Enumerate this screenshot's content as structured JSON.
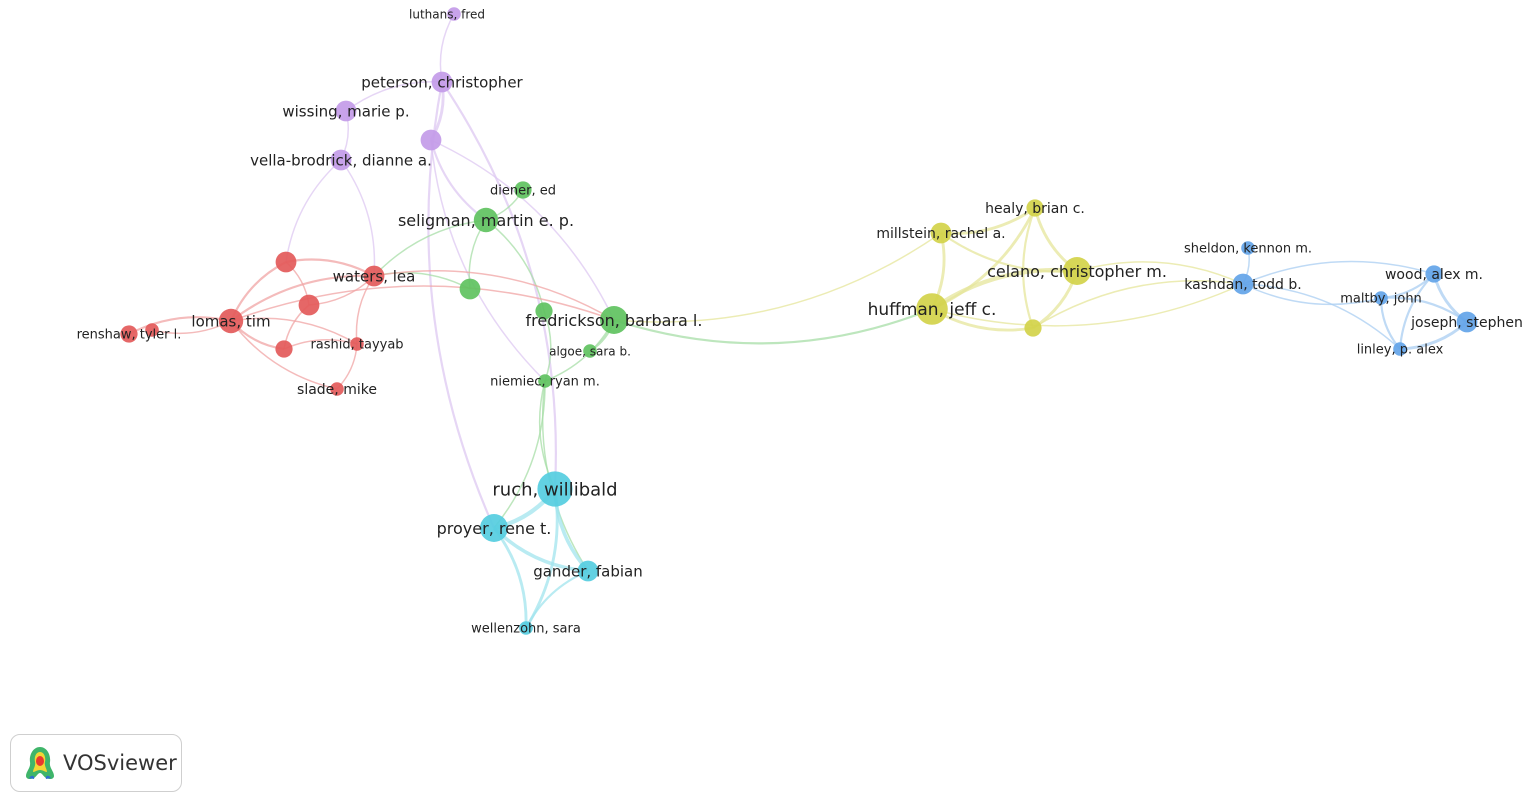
{
  "branding": {
    "app_name": "VOSviewer"
  },
  "clusters": {
    "red": "#e35a5a",
    "green": "#5fc25f",
    "purple": "#c39be8",
    "yellow": "#d2d24a",
    "cyan": "#55cde0",
    "blue": "#63a4e8"
  },
  "nodes": [
    {
      "id": "luthans",
      "label": "luthans, fred",
      "cluster": "purple",
      "weight": 1
    },
    {
      "id": "peterson",
      "label": "peterson, christopher",
      "cluster": "purple",
      "weight": 3
    },
    {
      "id": "wissing",
      "label": "wissing, marie p.",
      "cluster": "purple",
      "weight": 3
    },
    {
      "id": "purple_unl",
      "label": "",
      "cluster": "purple",
      "weight": 3
    },
    {
      "id": "vellabrodrick",
      "label": "vella-brodrick, dianne a.",
      "cluster": "purple",
      "weight": 3
    },
    {
      "id": "diener",
      "label": "diener, ed",
      "cluster": "green",
      "weight": 2
    },
    {
      "id": "seligman",
      "label": "seligman, martin e. p.",
      "cluster": "green",
      "weight": 4
    },
    {
      "id": "green_unl",
      "label": "",
      "cluster": "green",
      "weight": 3
    },
    {
      "id": "green_unl2",
      "label": "",
      "cluster": "green",
      "weight": 2
    },
    {
      "id": "fredrickson",
      "label": "fredrickson, barbara l.",
      "cluster": "green",
      "weight": 5
    },
    {
      "id": "algoe",
      "label": "algoe, sara b.",
      "cluster": "green",
      "weight": 1
    },
    {
      "id": "niemiec",
      "label": "niemiec, ryan m.",
      "cluster": "green",
      "weight": 1
    },
    {
      "id": "red_unl1",
      "label": "",
      "cluster": "red",
      "weight": 3
    },
    {
      "id": "waters",
      "label": "waters, lea",
      "cluster": "red",
      "weight": 3
    },
    {
      "id": "red_unl2",
      "label": "",
      "cluster": "red",
      "weight": 3
    },
    {
      "id": "lomas",
      "label": "lomas, tim",
      "cluster": "red",
      "weight": 4
    },
    {
      "id": "renshaw",
      "label": "renshaw, tyler l.",
      "cluster": "red",
      "weight": 2
    },
    {
      "id": "red_unl3",
      "label": "",
      "cluster": "red",
      "weight": 1
    },
    {
      "id": "red_unl4",
      "label": "",
      "cluster": "red",
      "weight": 2
    },
    {
      "id": "rashid",
      "label": "rashid, tayyab",
      "cluster": "red",
      "weight": 1
    },
    {
      "id": "slade",
      "label": "slade, mike",
      "cluster": "red",
      "weight": 1
    },
    {
      "id": "ruch",
      "label": "ruch, willibald",
      "cluster": "cyan",
      "weight": 7
    },
    {
      "id": "proyer",
      "label": "proyer, rene t.",
      "cluster": "cyan",
      "weight": 5
    },
    {
      "id": "gander",
      "label": "gander, fabian",
      "cluster": "cyan",
      "weight": 3
    },
    {
      "id": "wellenzohn",
      "label": "wellenzohn, sara",
      "cluster": "cyan",
      "weight": 1
    },
    {
      "id": "healy",
      "label": "healy, brian c.",
      "cluster": "yellow",
      "weight": 2
    },
    {
      "id": "millstein",
      "label": "millstein, rachel a.",
      "cluster": "yellow",
      "weight": 3
    },
    {
      "id": "celano",
      "label": "celano, christopher m.",
      "cluster": "yellow",
      "weight": 5
    },
    {
      "id": "huffman",
      "label": "huffman, jeff c.",
      "cluster": "yellow",
      "weight": 6
    },
    {
      "id": "yellow_unl",
      "label": "",
      "cluster": "yellow",
      "weight": 2
    },
    {
      "id": "sheldon",
      "label": "sheldon, kennon m.",
      "cluster": "blue",
      "weight": 1
    },
    {
      "id": "kashdan",
      "label": "kashdan, todd b.",
      "cluster": "blue",
      "weight": 3
    },
    {
      "id": "wood",
      "label": "wood, alex m.",
      "cluster": "blue",
      "weight": 2
    },
    {
      "id": "maltby",
      "label": "maltby, john",
      "cluster": "blue",
      "weight": 1
    },
    {
      "id": "joseph",
      "label": "joseph, stephen",
      "cluster": "blue",
      "weight": 3
    },
    {
      "id": "linley",
      "label": "linley, p. alex",
      "cluster": "blue",
      "weight": 1
    }
  ],
  "links": [
    {
      "source": "luthans",
      "target": "peterson",
      "strength": 1
    },
    {
      "source": "peterson",
      "target": "purple_unl",
      "strength": 3
    },
    {
      "source": "peterson",
      "target": "wissing",
      "strength": 1
    },
    {
      "source": "wissing",
      "target": "vellabrodrick",
      "strength": 1
    },
    {
      "source": "purple_unl",
      "target": "seligman",
      "strength": 2
    },
    {
      "source": "purple_unl",
      "target": "fredrickson",
      "strength": 1
    },
    {
      "source": "peterson",
      "target": "proyer",
      "strength": 2
    },
    {
      "source": "peterson",
      "target": "ruch",
      "strength": 2
    },
    {
      "source": "purple_unl",
      "target": "niemiec",
      "strength": 1
    },
    {
      "source": "vellabrodrick",
      "target": "waters",
      "strength": 1
    },
    {
      "source": "vellabrodrick",
      "target": "red_unl1",
      "strength": 1
    },
    {
      "source": "diener",
      "target": "seligman",
      "strength": 1
    },
    {
      "source": "seligman",
      "target": "green_unl",
      "strength": 1
    },
    {
      "source": "seligman",
      "target": "green_unl2",
      "strength": 1
    },
    {
      "source": "seligman",
      "target": "waters",
      "strength": 1
    },
    {
      "source": "fredrickson",
      "target": "algoe",
      "strength": 2
    },
    {
      "source": "fredrickson",
      "target": "huffman",
      "strength": 2
    },
    {
      "source": "fredrickson",
      "target": "niemiec",
      "strength": 1
    },
    {
      "source": "green_unl",
      "target": "waters",
      "strength": 1
    },
    {
      "source": "green_unl2",
      "target": "niemiec",
      "strength": 1
    },
    {
      "source": "niemiec",
      "target": "ruch",
      "strength": 1
    },
    {
      "source": "niemiec",
      "target": "proyer",
      "strength": 1
    },
    {
      "source": "niemiec",
      "target": "gander",
      "strength": 1
    },
    {
      "source": "red_unl1",
      "target": "waters",
      "strength": 2
    },
    {
      "source": "red_unl1",
      "target": "lomas",
      "strength": 2
    },
    {
      "source": "red_unl1",
      "target": "red_unl2",
      "strength": 1
    },
    {
      "source": "waters",
      "target": "lomas",
      "strength": 2
    },
    {
      "source": "waters",
      "target": "red_unl2",
      "strength": 1
    },
    {
      "source": "waters",
      "target": "rashid",
      "strength": 1
    },
    {
      "source": "waters",
      "target": "fredrickson",
      "strength": 1
    },
    {
      "source": "lomas",
      "target": "renshaw",
      "strength": 2
    },
    {
      "source": "lomas",
      "target": "red_unl3",
      "strength": 1
    },
    {
      "source": "lomas",
      "target": "red_unl4",
      "strength": 2
    },
    {
      "source": "lomas",
      "target": "rashid",
      "strength": 1
    },
    {
      "source": "lomas",
      "target": "slade",
      "strength": 1
    },
    {
      "source": "lomas",
      "target": "fredrickson",
      "strength": 1
    },
    {
      "source": "red_unl2",
      "target": "red_unl4",
      "strength": 1
    },
    {
      "source": "rashid",
      "target": "slade",
      "strength": 1
    },
    {
      "source": "rashid",
      "target": "red_unl4",
      "strength": 1
    },
    {
      "source": "ruch",
      "target": "proyer",
      "strength": 5
    },
    {
      "source": "ruch",
      "target": "gander",
      "strength": 4
    },
    {
      "source": "ruch",
      "target": "wellenzohn",
      "strength": 3
    },
    {
      "source": "proyer",
      "target": "gander",
      "strength": 4
    },
    {
      "source": "proyer",
      "target": "wellenzohn",
      "strength": 3
    },
    {
      "source": "gander",
      "target": "wellenzohn",
      "strength": 2
    },
    {
      "source": "healy",
      "target": "millstein",
      "strength": 3
    },
    {
      "source": "healy",
      "target": "celano",
      "strength": 3
    },
    {
      "source": "healy",
      "target": "huffman",
      "strength": 3
    },
    {
      "source": "healy",
      "target": "yellow_unl",
      "strength": 2
    },
    {
      "source": "millstein",
      "target": "huffman",
      "strength": 3
    },
    {
      "source": "millstein",
      "target": "celano",
      "strength": 2
    },
    {
      "source": "millstein",
      "target": "fredrickson",
      "strength": 1
    },
    {
      "source": "celano",
      "target": "huffman",
      "strength": 5
    },
    {
      "source": "celano",
      "target": "yellow_unl",
      "strength": 3
    },
    {
      "source": "huffman",
      "target": "yellow_unl",
      "strength": 3
    },
    {
      "source": "celano",
      "target": "kashdan",
      "strength": 1
    },
    {
      "source": "huffman",
      "target": "kashdan",
      "strength": 1
    },
    {
      "source": "yellow_unl",
      "target": "kashdan",
      "strength": 1
    },
    {
      "source": "kashdan",
      "target": "sheldon",
      "strength": 1
    },
    {
      "source": "kashdan",
      "target": "wood",
      "strength": 1
    },
    {
      "source": "kashdan",
      "target": "maltby",
      "strength": 1
    },
    {
      "source": "kashdan",
      "target": "linley",
      "strength": 1
    },
    {
      "source": "wood",
      "target": "joseph",
      "strength": 3
    },
    {
      "source": "wood",
      "target": "maltby",
      "strength": 2
    },
    {
      "source": "wood",
      "target": "linley",
      "strength": 2
    },
    {
      "source": "maltby",
      "target": "joseph",
      "strength": 2
    },
    {
      "source": "maltby",
      "target": "linley",
      "strength": 2
    },
    {
      "source": "joseph",
      "target": "linley",
      "strength": 3
    }
  ]
}
